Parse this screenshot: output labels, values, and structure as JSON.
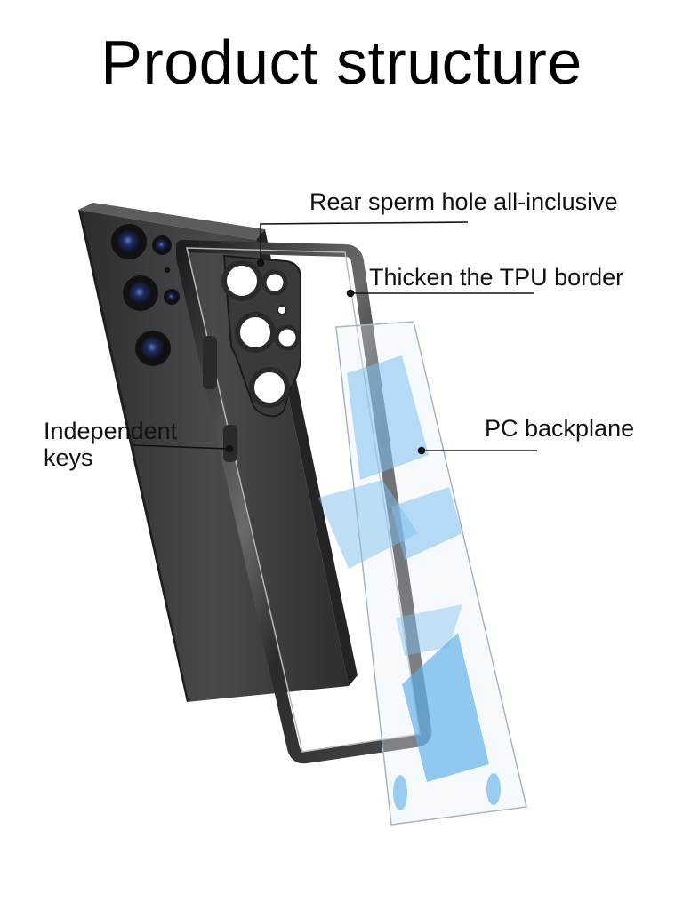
{
  "title": "Product structure",
  "callouts": {
    "rear_hole": "Rear sperm hole all-inclusive",
    "tpu_border": "Thicken the TPU border",
    "pc_backplane": "PC backplane",
    "keys_line1": "Independent",
    "keys_line2": "keys"
  },
  "illustration": {
    "phone": "phone-illustration",
    "frame": "tpu-frame-illustration",
    "backplate": "pc-backplate-illustration"
  },
  "colors": {
    "phone_body": "#3a3a3c",
    "frame_chrome": "#2b2b2d",
    "backplate_blue": "#7fc0ee",
    "text": "#111111"
  }
}
